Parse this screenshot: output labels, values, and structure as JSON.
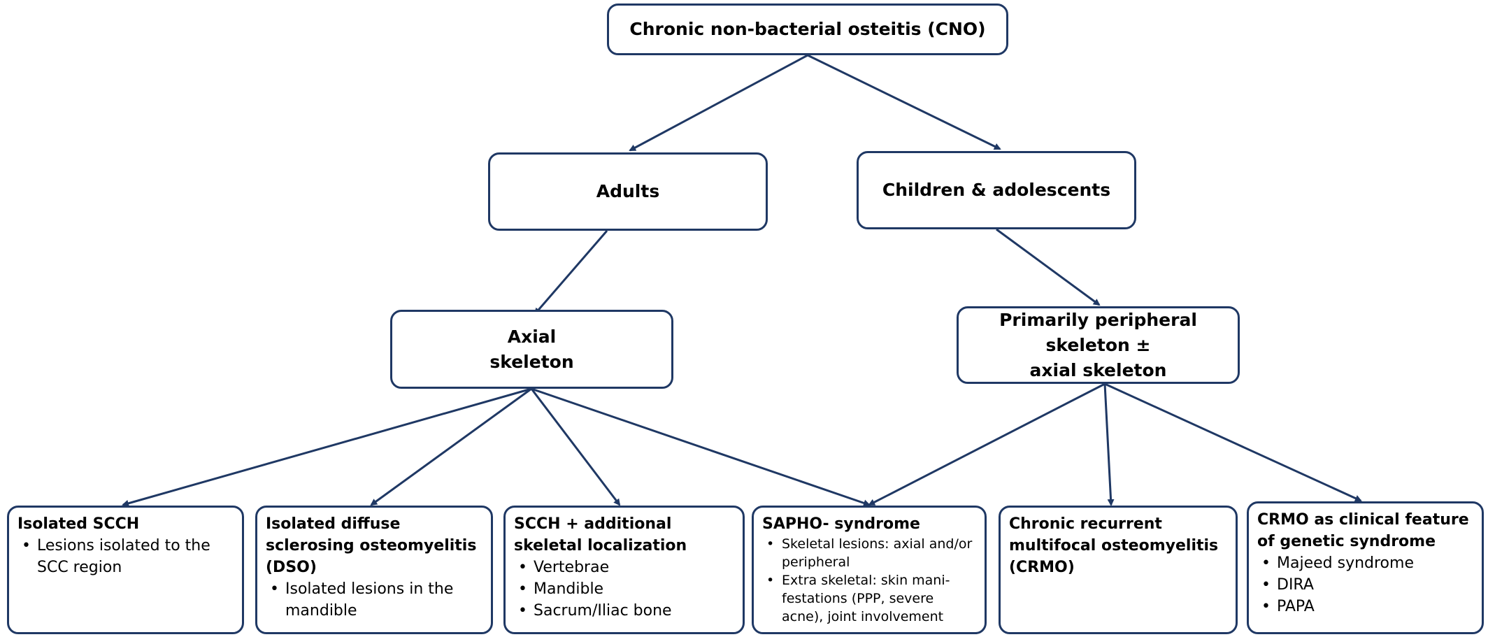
{
  "root": "Chronic non-bacterial osteitis (CNO)",
  "adults": "Adults",
  "children": "Children & adolescents",
  "axial": {
    "line1": "Axial",
    "line2": "skeleton"
  },
  "peripheral": {
    "line1": "Primarily peripheral skeleton ±",
    "line2": "axial skeleton"
  },
  "leaves": [
    {
      "title": "Isolated SCCH",
      "items": [
        "Lesions isolated to the SCC region"
      ]
    },
    {
      "title": "Isolated diffuse sclerosing osteomyelitis (DSO)",
      "items": [
        "Isolated lesions in the mandible"
      ]
    },
    {
      "title": "SCCH + additional skeletal localization",
      "items": [
        "Vertebrae",
        "Mandible",
        "Sacrum/Iliac bone"
      ]
    },
    {
      "title": "SAPHO- syndrome",
      "items": [
        "Skeletal lesions: axial and/or peripheral",
        "Extra skeletal: skin mani-festations (PPP, severe acne), joint involvement"
      ]
    },
    {
      "title": "Chronic recurrent multifocal osteomyelitis (CRMO)",
      "items": []
    },
    {
      "title": "CRMO as clinical feature of genetic syndrome",
      "items": [
        "Majeed syndrome",
        "DIRA",
        "PAPA"
      ]
    }
  ],
  "colors": {
    "border": "#1F3864",
    "arrow": "#1F3864"
  }
}
